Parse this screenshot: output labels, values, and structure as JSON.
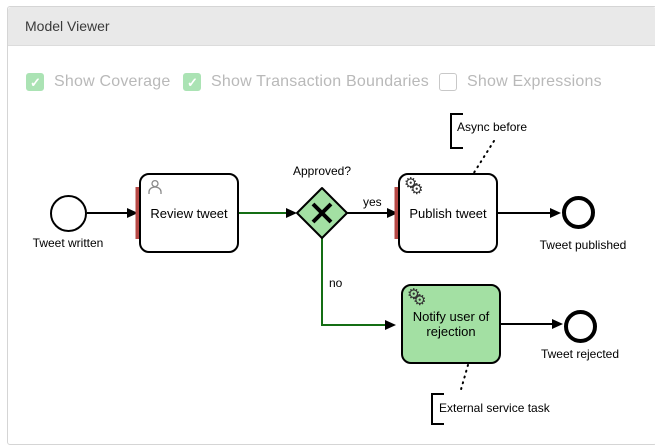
{
  "header": {
    "title": "Model Viewer"
  },
  "toolbar": {
    "controls": [
      {
        "label": "Show Coverage",
        "checked": true
      },
      {
        "label": "Show Transaction Boundaries",
        "checked": true
      },
      {
        "label": "Show Expressions",
        "checked": false
      }
    ]
  },
  "icons": {
    "check_glyph": "✓",
    "gear_glyph": "⚙",
    "user_icon": "user-icon",
    "service_icon": "gear-icon"
  },
  "colors": {
    "coverage_green": "#a3e0a3",
    "flow_green": "#146e14",
    "boundary_red": "#b64845",
    "checkbox_green": "#abe3b4",
    "header_bg": "#e9e9e9"
  },
  "diagram": {
    "start_event": {
      "label": "Tweet written"
    },
    "tasks": {
      "review": {
        "label": "Review tweet",
        "type": "user task",
        "covered": false,
        "transaction_boundary": true
      },
      "publish": {
        "label": "Publish tweet",
        "type": "service task",
        "covered": false,
        "transaction_boundary": true
      },
      "notify": {
        "label": "Notify user of rejection",
        "type": "service task",
        "covered": true
      }
    },
    "gateway": {
      "label": "Approved?",
      "type": "exclusive"
    },
    "flow_labels": {
      "yes": "yes",
      "no": "no"
    },
    "end_events": {
      "published": {
        "label": "Tweet published"
      },
      "rejected": {
        "label": "Tweet rejected"
      }
    },
    "annotations": {
      "async_before": "Async before",
      "external_service": "External service task"
    }
  }
}
